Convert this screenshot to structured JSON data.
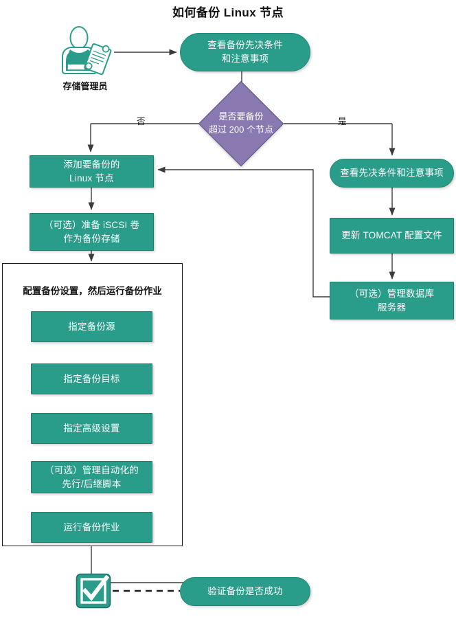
{
  "title": "如何备份 Linux 节点",
  "actor": {
    "label": "存储管理员",
    "icon": "person-with-clipboard-icon"
  },
  "verify_icon": "checked-checkbox-icon",
  "colors": {
    "process_fill": "#2a9d8a",
    "process_border": "#1f7d6e",
    "decision_fill": "#8a79b0",
    "decision_border": "#5f5183",
    "connector": "#404040",
    "text_on_fill": "#ffffff",
    "group_border": "#1a1a1a"
  },
  "nodes": {
    "review_prereq": "查看备份先决条件\n和注意事项",
    "decision": "是否要备份\n超过 200 个节点",
    "add_linux_nodes": "添加要备份的\nLinux 节点",
    "prepare_iscsi": "（可选）准备 iSCSI 卷\n作为备份存储",
    "review_prereq_right": "查看先决条件和注意事项",
    "update_tomcat": "更新 TOMCAT 配置文件",
    "manage_db": "（可选）管理数据库\n服务器",
    "verify_backup": "验证备份是否成功"
  },
  "group": {
    "title": "配置备份设置，然后运行备份作业",
    "steps": [
      "指定备份源",
      "指定备份目标",
      "指定高级设置",
      "（可选）管理自动化的\n先行/后继脚本",
      "运行备份作业"
    ]
  },
  "edge_labels": {
    "no": "否",
    "yes": "是"
  },
  "diagram_flow": {
    "type": "flowchart",
    "start": "存储管理员",
    "edges": [
      {
        "from": "存储管理员",
        "to": "查看备份先决条件和注意事项",
        "label": ""
      },
      {
        "from": "查看备份先决条件和注意事项",
        "to": "是否要备份超过 200 个节点",
        "label": ""
      },
      {
        "from": "是否要备份超过 200 个节点",
        "to": "添加要备份的 Linux 节点",
        "label": "否"
      },
      {
        "from": "是否要备份超过 200 个节点",
        "to": "查看先决条件和注意事项",
        "label": "是"
      },
      {
        "from": "查看先决条件和注意事项",
        "to": "更新 TOMCAT 配置文件",
        "label": ""
      },
      {
        "from": "更新 TOMCAT 配置文件",
        "to": "（可选）管理数据库服务器",
        "label": ""
      },
      {
        "from": "（可选）管理数据库服务器",
        "to": "添加要备份的 Linux 节点",
        "label": ""
      },
      {
        "from": "添加要备份的 Linux 节点",
        "to": "（可选）准备 iSCSI 卷作为备份存储",
        "label": ""
      },
      {
        "from": "（可选）准备 iSCSI 卷作为备份存储",
        "to": "配置备份设置，然后运行备份作业",
        "label": ""
      },
      {
        "from": "指定备份源",
        "to": "指定备份目标",
        "label": ""
      },
      {
        "from": "指定备份目标",
        "to": "指定高级设置",
        "label": ""
      },
      {
        "from": "指定高级设置",
        "to": "（可选）管理自动化的先行/后继脚本",
        "label": ""
      },
      {
        "from": "（可选）管理自动化的先行/后继脚本",
        "to": "运行备份作业",
        "label": ""
      },
      {
        "from": "运行备份作业",
        "to": "验证备份是否成功",
        "label": ""
      }
    ]
  }
}
